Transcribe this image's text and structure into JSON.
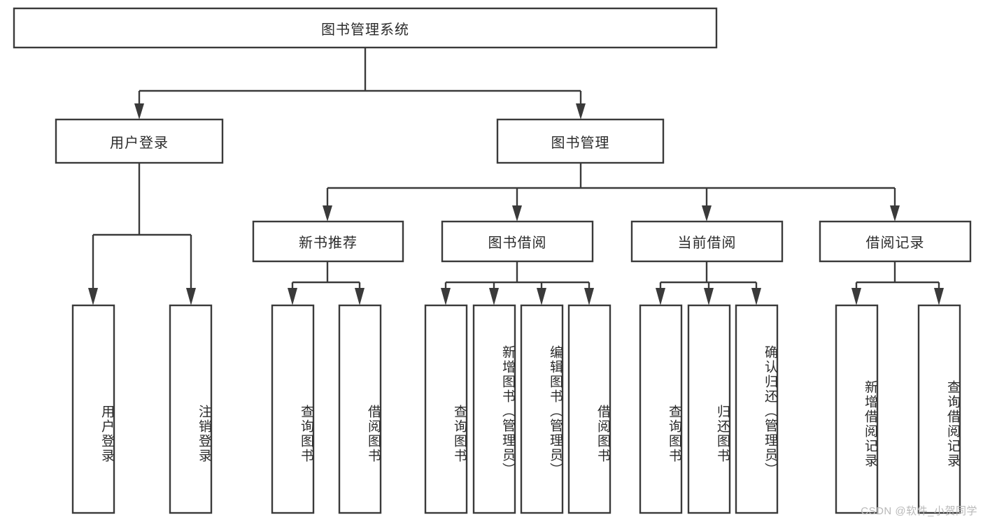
{
  "diagram": {
    "type": "tree-hierarchy-chart",
    "title": "图书管理系统",
    "root": {
      "label": "图书管理系统"
    },
    "level2": [
      {
        "label": "用户登录"
      },
      {
        "label": "图书管理"
      }
    ],
    "level3": [
      {
        "label": "新书推荐"
      },
      {
        "label": "图书借阅"
      },
      {
        "label": "当前借阅"
      },
      {
        "label": "借阅记录"
      }
    ],
    "leaves": {
      "user_login": [
        "用户登录",
        "注销登录"
      ],
      "new_book_recommend": [
        "查询图书",
        "借阅图书"
      ],
      "book_borrow": [
        "查询图书",
        "新增图书（管理员）",
        "编辑图书（管理员）",
        "借阅图书"
      ],
      "current_borrow": [
        "查询图书",
        "归还图书",
        "确认归还（管理员）"
      ],
      "borrow_record": [
        "新增借阅记录",
        "查询借阅记录"
      ]
    }
  },
  "watermark": {
    "text": "CSDN @软件_小贺同学"
  },
  "colors": {
    "stroke": "#3a3a3a",
    "box_fill": "#ffffff",
    "text": "#2b2b2b",
    "background": "#ffffff",
    "watermark": "#b9b9b9"
  }
}
